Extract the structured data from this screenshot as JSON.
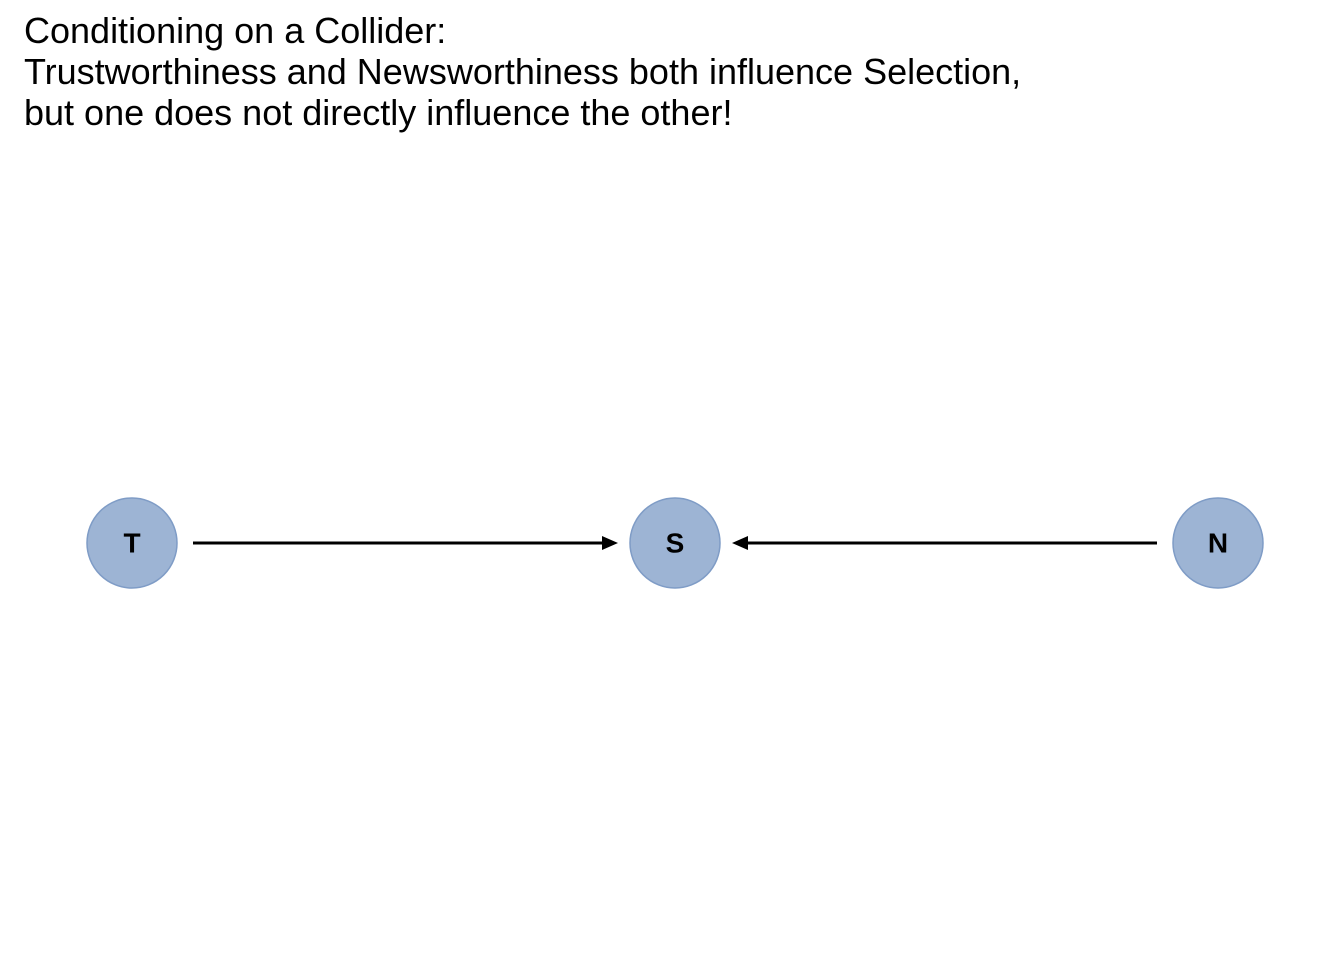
{
  "title": {
    "line1": "Conditioning on a Collider:",
    "line2": "Trustworthiness and Newsworthiness both influence Selection,",
    "line3": "but one does not directly influence the other!"
  },
  "diagram": {
    "type": "directed-acyclic-graph",
    "node_color": "#9db4d4",
    "node_border_color": "#7f9cc6",
    "edge_color": "#000000",
    "nodes": [
      {
        "id": "T",
        "label": "T"
      },
      {
        "id": "S",
        "label": "S"
      },
      {
        "id": "N",
        "label": "N"
      }
    ],
    "edges": [
      {
        "from": "T",
        "to": "S"
      },
      {
        "from": "N",
        "to": "S"
      }
    ]
  }
}
